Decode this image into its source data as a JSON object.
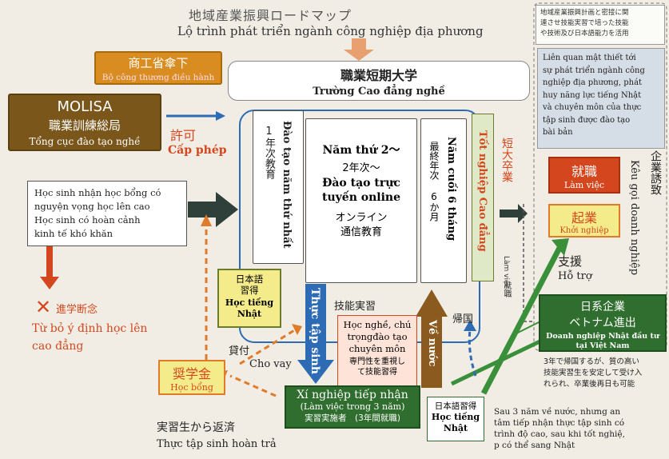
{
  "title": {
    "jp": "地域産業振興ロードマップ",
    "vn": "Lộ trình phát triển ngành công nghiệp địa phương"
  },
  "top_right_note": "地域産業振興計画と密接に関\n連させ技能実習で培った技能\nや技術及び日本語能力を活用",
  "meti": {
    "jp": "商工省傘下",
    "vn": "Bộ công thương điều hành"
  },
  "college": {
    "jp": "職業短期大学",
    "vn": "Trường Cao đẳng nghề"
  },
  "molisa": {
    "en": "MOLISA",
    "jp": "職業訓練総局",
    "vn": "Tổng cục đào tạo nghề"
  },
  "permit": {
    "jp": "許可",
    "vn": "Cấp phép"
  },
  "year1": {
    "vn": "Đào tạo năm thứ nhất",
    "jp": "1年次教育"
  },
  "year2": {
    "vn_title": "Năm thứ 2〜",
    "jp_title": "2年次〜",
    "vn_body": "Đào tạo trực\ntuyến online",
    "jp_body": "オンライン\n通信教育"
  },
  "final": {
    "vn": "Năm cuối 6 tháng",
    "jp": "最終年次 6か月"
  },
  "graduate": {
    "vn": "Tốt nghiệp Cao đẳng",
    "jp": "短大卒業"
  },
  "linked_note": "Liên quan mật thiết tới\nsự phát triển ngành công\nnghiệp địa phương, phát\nhuy năng lực tiếng Nhật\nvà chuyên môn của thực\ntập sinh được đào tạo\nbài bản",
  "shushoku": {
    "jp": "就職",
    "vn": "Làm việc"
  },
  "kigyo": {
    "jp": "起業",
    "vn": "Khởi nghiệp"
  },
  "enterprise_attract": {
    "jp": "企業誘致",
    "vn": "Kêu gọi doanh nghiệp"
  },
  "work_label": {
    "jp": "就職",
    "vn": "Làm việc"
  },
  "support": {
    "jp": "支援",
    "vn": "Hỗ trợ"
  },
  "jp_company": {
    "jp1": "日系企業",
    "jp2": "ベトナム進出",
    "vn": "Doanh nghiệp Nhật đầu tư\ntại Việt Nam"
  },
  "scholarship_student": "Học sinh nhận học bổng có\nnguyện vọng học lên cao\nHọc sinh có hoàn cảnh\nkinh tế khó khăn",
  "abandon": {
    "jp": "進学断念",
    "vn": "Từ bỏ ý định học lên\ncao đẳng"
  },
  "jp_language1": {
    "jp": "日本語\n習得",
    "vn": "Học tiếng\nNhật"
  },
  "intern": {
    "vn": "Thực tập sinh",
    "jp": "技能実習"
  },
  "loan": {
    "jp": "貸付",
    "vn": "Cho vay"
  },
  "scholarship": {
    "jp": "奨学金",
    "vn": "Học bổng"
  },
  "vocational": {
    "vn": "Học nghề, chú\ntrọngđào tạo\nchuyên môn",
    "jp": "専門性を重視し\nて技能習得"
  },
  "return": {
    "vn": "Về nước",
    "jp": "帰国"
  },
  "receiver": {
    "vn": "Xí nghiệp tiếp nhận",
    "vn_sub": "(Làm việc trong 3 năm)",
    "jp": "実習実施者　(3年間就職)"
  },
  "jp_language2": {
    "jp": "日本語習得",
    "vn": "Học tiếng\nNhật"
  },
  "repay": {
    "jp": "実習生から返済",
    "vn": "Thực tập sinh hoàn trả"
  },
  "bottom_right_jp": "3年で帰国するが、質の高い\n技能実習生を安定して受け入\nれられ、卒業後再日も可能",
  "bottom_right_vn": "Sau 3 năm về nước, nhưng an\ntâm tiếp nhận thực tập sinh có\ntrình độ cao, sau khi tốt nghiệ,\np có thể sang Nhật",
  "colors": {
    "brown": "#8a5a1e",
    "orange": "#d98c1f",
    "olive": "#6b7b2f",
    "green": "#2f6e2e",
    "red": "#d4471e",
    "blue": "#2e6bb5",
    "yellow": "#f4ec8a",
    "navy": "#0d2a5c"
  }
}
